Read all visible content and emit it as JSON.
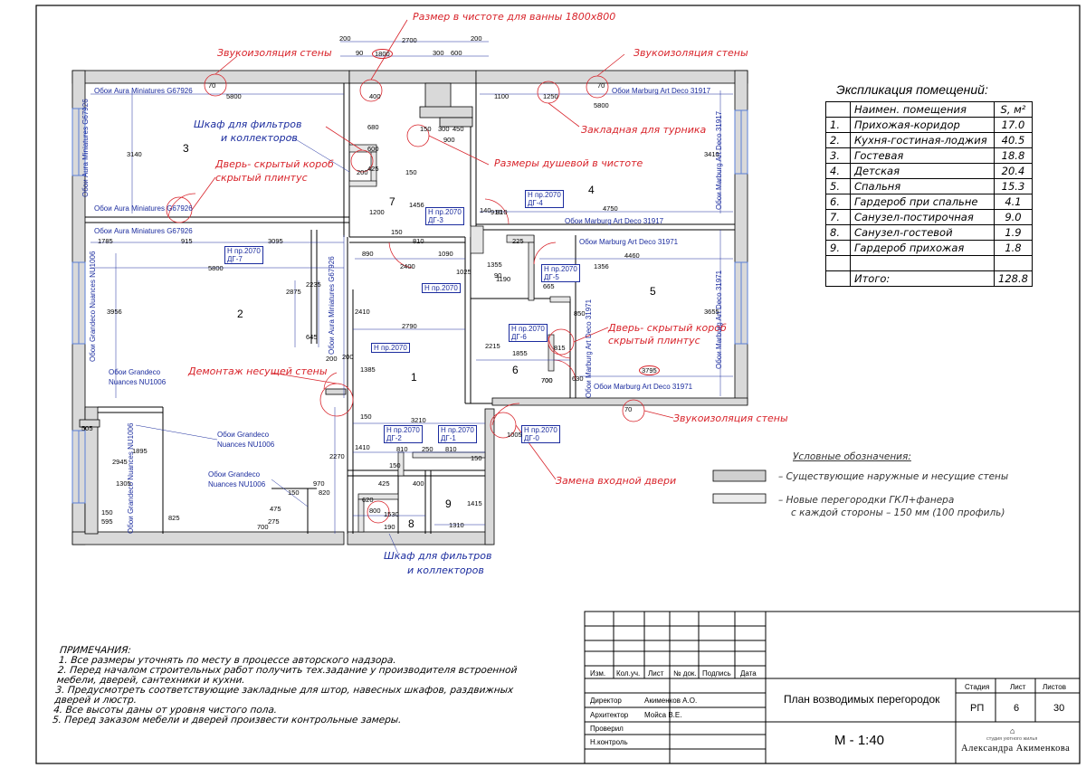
{
  "explication": {
    "title": "Экспликация помещений:",
    "header_name": "Наимен. помещения",
    "header_area": "S, м²",
    "rows": [
      {
        "n": "1.",
        "name": "Прихожая-коридор",
        "area": "17.0"
      },
      {
        "n": "2.",
        "name": "Кухня-гостиная-лоджия",
        "area": "40.5"
      },
      {
        "n": "3.",
        "name": "Гостевая",
        "area": "18.8"
      },
      {
        "n": "4.",
        "name": "Детская",
        "area": "20.4"
      },
      {
        "n": "5.",
        "name": "Спальня",
        "area": "15.3"
      },
      {
        "n": "6.",
        "name": "Гардероб при спальне",
        "area": "4.1"
      },
      {
        "n": "7.",
        "name": "Санузел-постирочная",
        "area": "9.0"
      },
      {
        "n": "8.",
        "name": "Санузел-гостевой",
        "area": "1.9"
      },
      {
        "n": "9.",
        "name": "Гардероб прихожая",
        "area": "1.8"
      }
    ],
    "total_label": "Итого:",
    "total_value": "128.8"
  },
  "room_numbers": [
    "1",
    "2",
    "3",
    "4",
    "5",
    "6",
    "7",
    "8",
    "9"
  ],
  "callouts": {
    "bath_size": "Размер в чистоте для ванны 1800х800",
    "sound_left": "Звукоизоляция стены",
    "sound_right": "Звукоизоляция стены",
    "sound_bottom": "Звукоизоляция стены",
    "filter_cabinet_top_1": "Шкаф для фильтров",
    "filter_cabinet_top_2": "и коллекторов",
    "hidden_door_1": "Дверь- скрытый короб",
    "hidden_door_2": "скрытый плинтус",
    "pullup_bar": "Закладная для турника",
    "shower_size": "Размеры душевой в чистоте",
    "hidden_door_b1": "Дверь- скрытый короб",
    "hidden_door_b2": "скрытый плинтус",
    "demolition": "Демонтаж несущей стены",
    "entry_door": "Замена входной двери",
    "filter_cabinet_bot_1": "Шкаф для фильтров",
    "filter_cabinet_bot_2": "и коллекторов"
  },
  "wallpaper": {
    "aura": "Обои Aura Miniatures G67926",
    "marburg1": "Обои Marburg Art Deco 31917",
    "marburg2": "Обои Marburg Art Deco 31971",
    "grandeco": "Обои Grandeco Nuances NU1006",
    "grandeco_a": "Обои Grandeco",
    "grandeco_b": "Nuances NU1006",
    "grandeco_c": "Обои Grandeco",
    "grandeco_d": "Nuances NU1006",
    "grandeco_e": "Обои Grandeco",
    "grandeco_f": "Nuances NU1006"
  },
  "doors": {
    "d7": {
      "h": "Н пр.2070",
      "code": "ДГ-7"
    },
    "d3": {
      "h": "Н пр.2070",
      "code": "ДГ-3"
    },
    "d4": {
      "h": "Н пр.2070",
      "code": "ДГ-4"
    },
    "d5": {
      "h": "Н пр.2070",
      "code": "ДГ-5"
    },
    "d6": {
      "h": "Н пр.2070",
      "code": "ДГ-6"
    },
    "d2": {
      "h": "Н пр.2070",
      "code": "ДГ-2"
    },
    "d1": {
      "h": "Н пр.2070",
      "code": "ДГ-1"
    },
    "d0": {
      "h": "Н пр.2070",
      "code": "ДГ-0"
    },
    "hA": "Н пр.2070",
    "hB": "Н пр.2070"
  },
  "dims": {
    "top": [
      "200",
      "2700",
      "90",
      "1800",
      "300",
      "600",
      "200",
      "5800",
      "5800",
      "1100",
      "1250",
      "900",
      "300",
      "450",
      "150",
      "400",
      "680",
      "600",
      "200",
      "150",
      "1200",
      "1456",
      "2400"
    ],
    "mid": [
      "3140",
      "1785",
      "915",
      "3095",
      "5800",
      "2875",
      "2235",
      "3956",
      "645",
      "200",
      "1385",
      "2410",
      "890",
      "1090",
      "1025",
      "810",
      "150",
      "2790",
      "4750",
      "910",
      "140",
      "225",
      "90",
      "1190",
      "1355",
      "665",
      "4460",
      "1356",
      "3410",
      "3655",
      "850",
      "815",
      "2215",
      "1855",
      "630",
      "700",
      "3795",
      "70",
      "70"
    ],
    "low": [
      "3210",
      "1410",
      "810",
      "250",
      "810",
      "150",
      "425",
      "400",
      "1415",
      "820",
      "970",
      "150",
      "620",
      "800",
      "190",
      "1530",
      "1310",
      "150",
      "2270",
      "475",
      "275",
      "700",
      "825",
      "150",
      "505",
      "2945",
      "1895",
      "1305",
      "595",
      "70",
      "200",
      "150",
      "1005",
      "425",
      "910",
      "700"
    ]
  },
  "legend": {
    "title": "Условные обозначения:",
    "existing": "–  Существующие наружные и несущие стены",
    "new_1": "–  Новые перегородки ГКЛ+фанера",
    "new_2": "с каждой стороны – 150 мм (100 профиль)"
  },
  "notes": {
    "title": "ПРИМЕЧАНИЯ:",
    "lines": [
      "1. Все размеры уточнять по месту в процессе авторского надзора.",
      "2. Перед началом строительных работ получить тех.задание у производителя встроенной",
      "мебели, дверей, сантехники и кухни.",
      "3. Предусмотреть соответствующие закладные для штор, навесных шкафов, раздвижных",
      "дверей и люстр.",
      "4. Все высоты даны от уровня чистого пола.",
      "5. Перед заказом мебели и дверей произвести контрольные замеры."
    ]
  },
  "stamp": {
    "cols": [
      "Изм.",
      "Кол.уч.",
      "Лист",
      "№ док.",
      "Подпись",
      "Дата"
    ],
    "roles": [
      {
        "role": "Директор",
        "name": "Акименков А.О."
      },
      {
        "role": "Архитектор",
        "name": "Мойса В.Е."
      },
      {
        "role": "Проверил",
        "name": ""
      },
      {
        "role": "Н.контроль",
        "name": ""
      }
    ],
    "sheet_title": "План возводимых перегородок",
    "scale": "М - 1:40",
    "stage_label": "Стадия",
    "sheet_label": "Лист",
    "sheets_label": "Листов",
    "stage": "РП",
    "sheet": "6",
    "sheets": "30",
    "studio_small": "студия уютного жилья",
    "studio_big": "Александра Акименкова"
  }
}
